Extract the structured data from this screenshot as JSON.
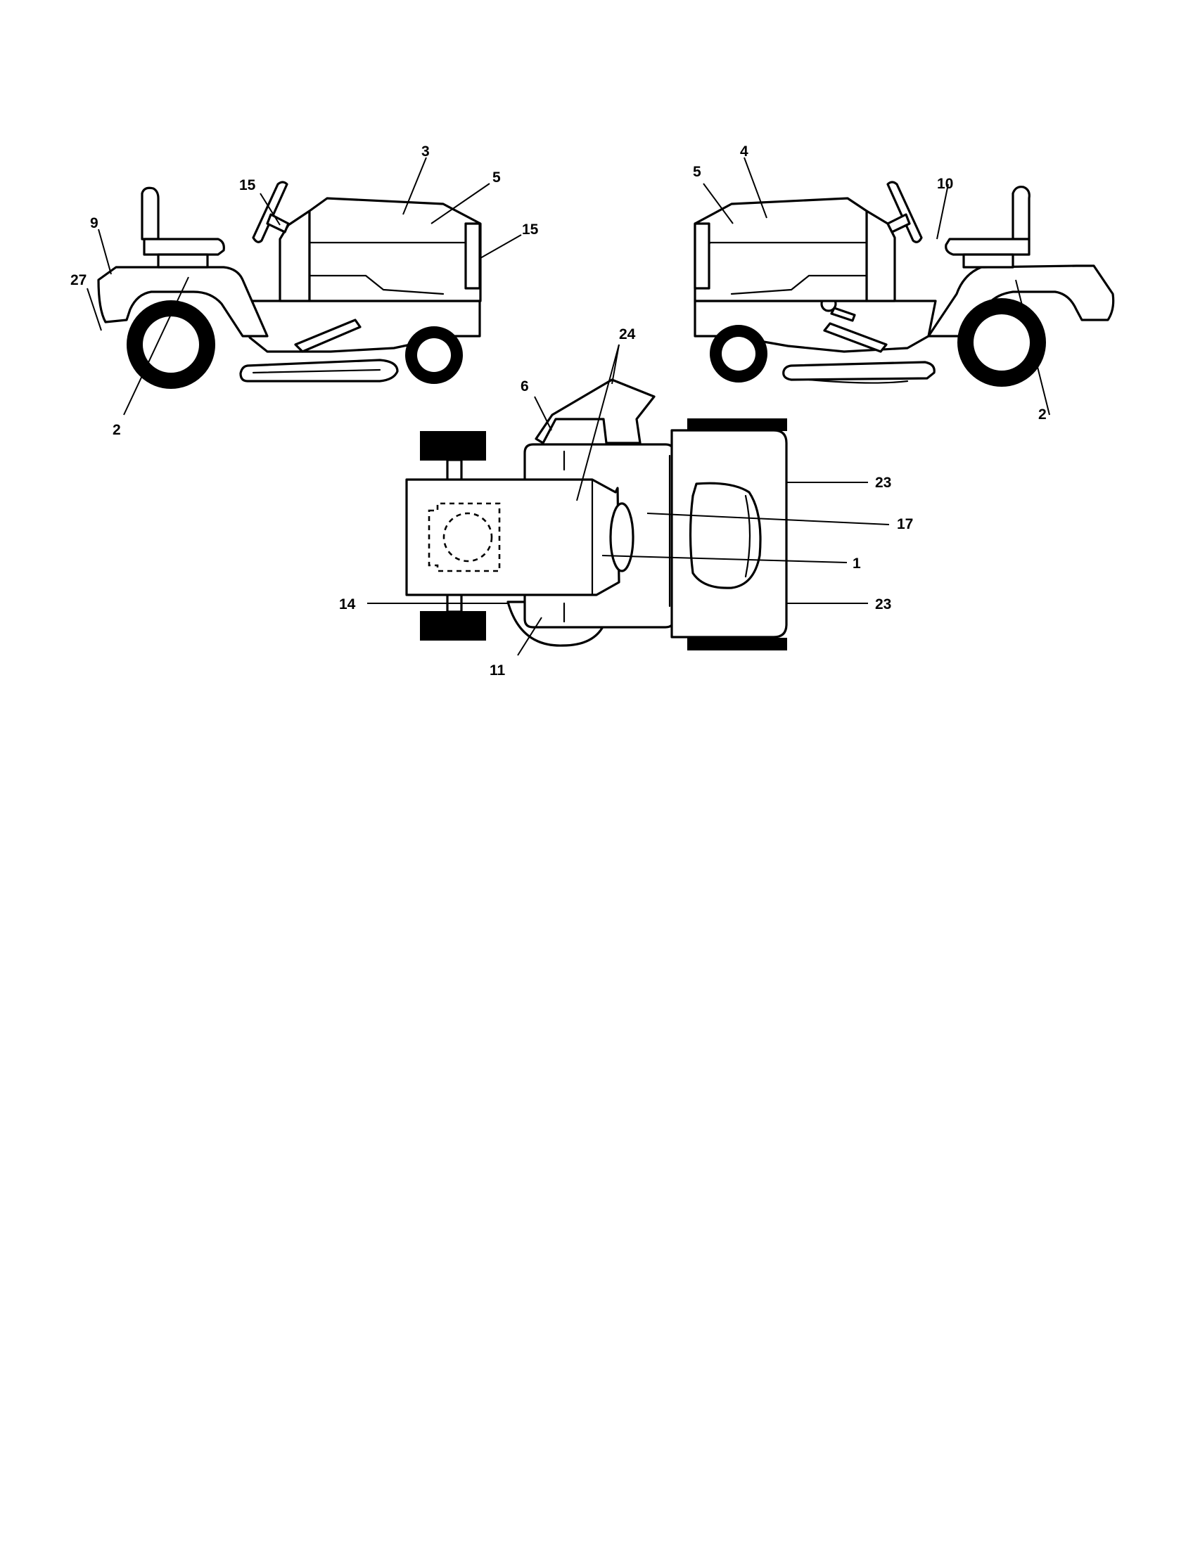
{
  "callouts": {
    "left_view": [
      "3",
      "5",
      "15",
      "15",
      "9",
      "27",
      "2"
    ],
    "right_view": [
      "4",
      "5",
      "10",
      "2"
    ],
    "top_view": [
      "24",
      "6",
      "23",
      "17",
      "1",
      "23",
      "14",
      "11"
    ]
  },
  "colors": {
    "line": "#000000",
    "background": "#ffffff"
  }
}
